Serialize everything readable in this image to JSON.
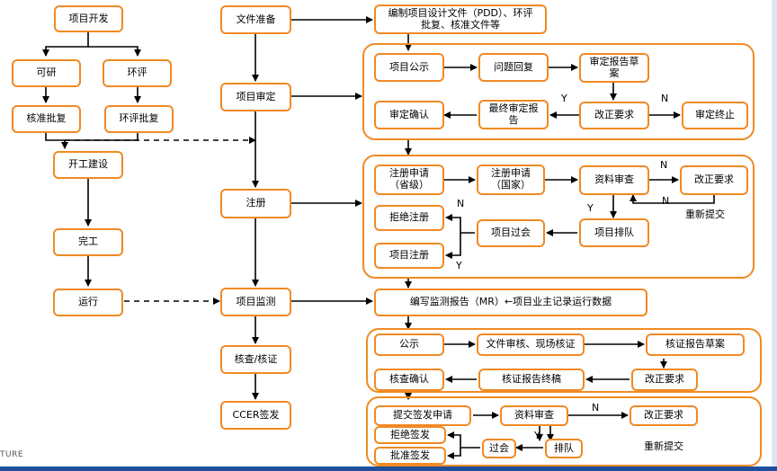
{
  "colors": {
    "accent": "#f08a24",
    "line": "#000000",
    "footer_bar": "#1f4e9c"
  },
  "left": {
    "project_dev": "项目开发",
    "feasibility": "可研",
    "eia": "环评",
    "approval": "核准批复",
    "eia_approval": "环评批复",
    "construction": "开工建设",
    "completion": "完工",
    "operation": "运行"
  },
  "main": {
    "doc_prep": "文件准备",
    "validation": "项目审定",
    "registration": "注册",
    "monitoring": "项目监测",
    "verification": "核查/核证",
    "issuance": "CCER签发"
  },
  "top": {
    "pdd": "编制项目设计文件（PDD）、环评\n批复、核准文件等"
  },
  "validation_group": {
    "publicity": "项目公示",
    "reply": "问题回复",
    "draft": "审定报告草\n案",
    "confirm": "审定确认",
    "final": "最终审定报\n告",
    "correction": "改正要求",
    "terminate": "审定终止",
    "y": "Y",
    "n": "N"
  },
  "registration_group": {
    "apply_prov": "注册申请\n（省级）",
    "apply_nat": "注册申请\n（国家）",
    "review": "资料审查",
    "correction": "改正要求",
    "reject": "拒绝注册",
    "meeting": "项目过会",
    "queue": "项目排队",
    "register": "项目注册",
    "n1": "N",
    "n2": "N",
    "n3": "N",
    "y1": "Y",
    "y2": "Y",
    "resubmit": "重新提交"
  },
  "mr": "编写监测报告（MR）←项目业主记录运行数据",
  "verification_group": {
    "publicity": "公示",
    "review": "文件审核、现场核证",
    "draft": "核证报告草案",
    "confirm": "核查确认",
    "final": "核证报告终稿",
    "correction": "改正要求"
  },
  "issuance_group": {
    "apply": "提交签发申请",
    "review": "资料审查",
    "correction": "改正要求",
    "reject": "拒绝签发",
    "approve": "批准签发",
    "meeting": "过会",
    "queue": "排队",
    "n": "N",
    "y": "Y",
    "resubmit": "重新提交"
  },
  "footer": {
    "text": "TURE"
  }
}
